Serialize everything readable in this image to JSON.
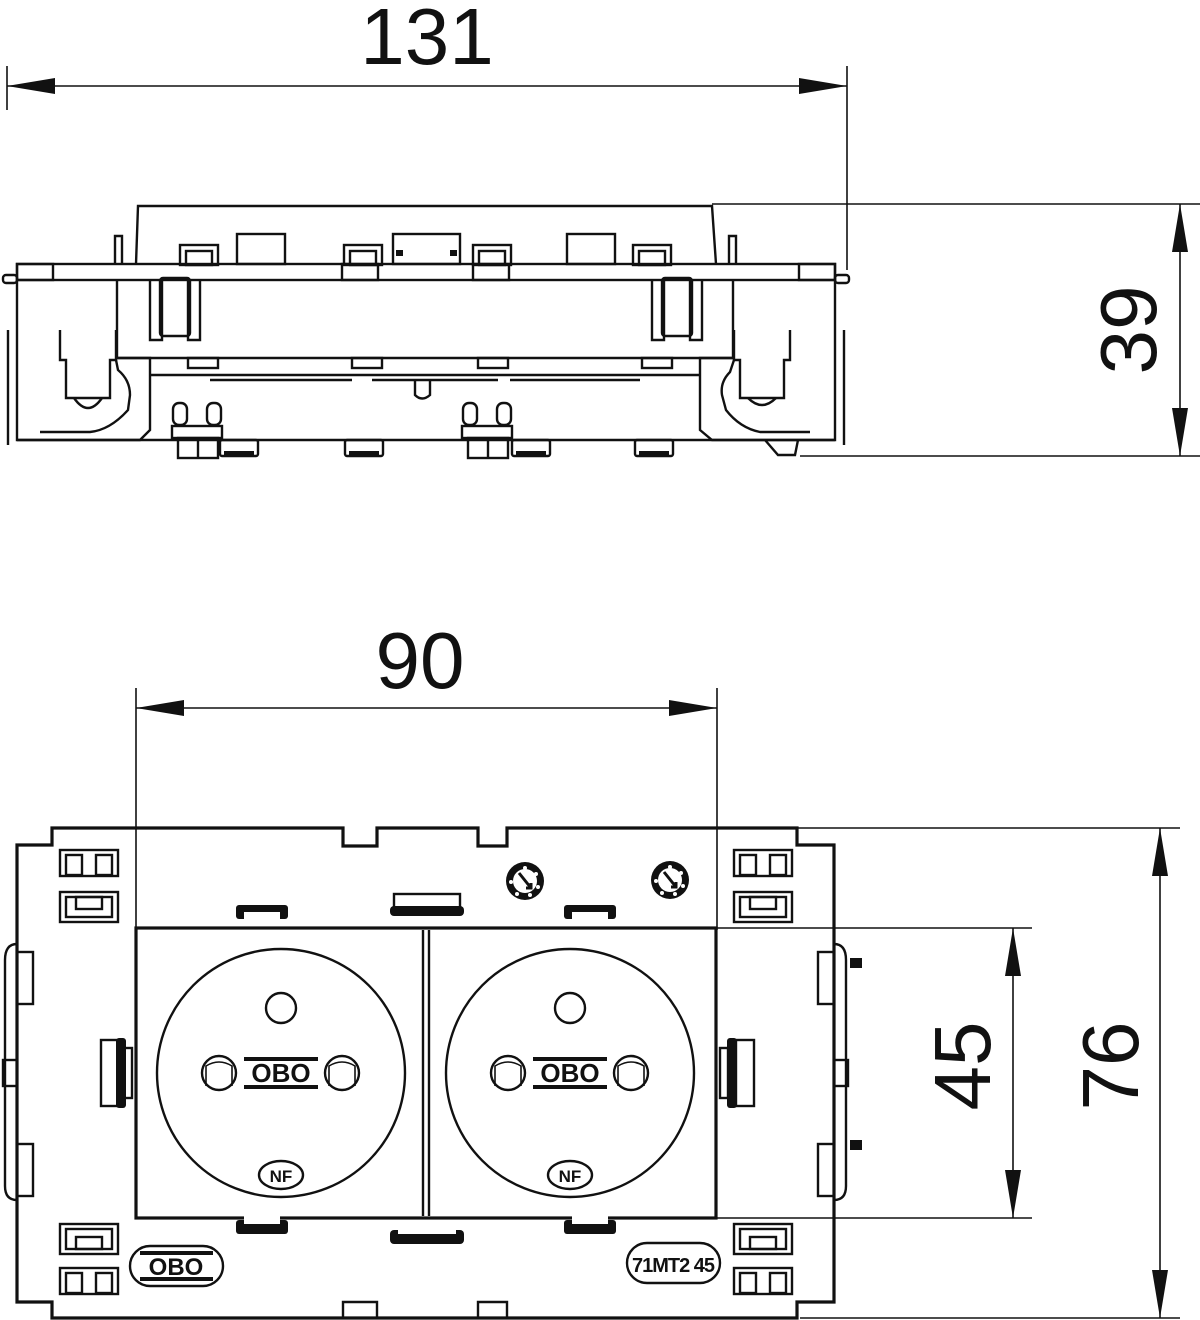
{
  "drawing": {
    "type": "technical dimension drawing",
    "subject": "Double socket module (French standard) — side view and front view",
    "line_color": "#111111",
    "background_color": "#ffffff",
    "units": "mm"
  },
  "side_view": {
    "dimensions": {
      "width": {
        "label": "131",
        "orientation": "horizontal"
      },
      "height": {
        "label": "39",
        "orientation": "vertical"
      }
    }
  },
  "front_view": {
    "dimensions": {
      "socket_width": {
        "label": "90",
        "orientation": "horizontal"
      },
      "socket_height": {
        "label": "45",
        "orientation": "vertical"
      },
      "overall_height": {
        "label": "76",
        "orientation": "vertical"
      }
    },
    "sockets": [
      {
        "logo": "OBO",
        "cert_mark": "NF"
      },
      {
        "logo": "OBO",
        "cert_mark": "NF"
      }
    ],
    "frame_logo": "OBO",
    "part_number": "71MT2 45"
  }
}
